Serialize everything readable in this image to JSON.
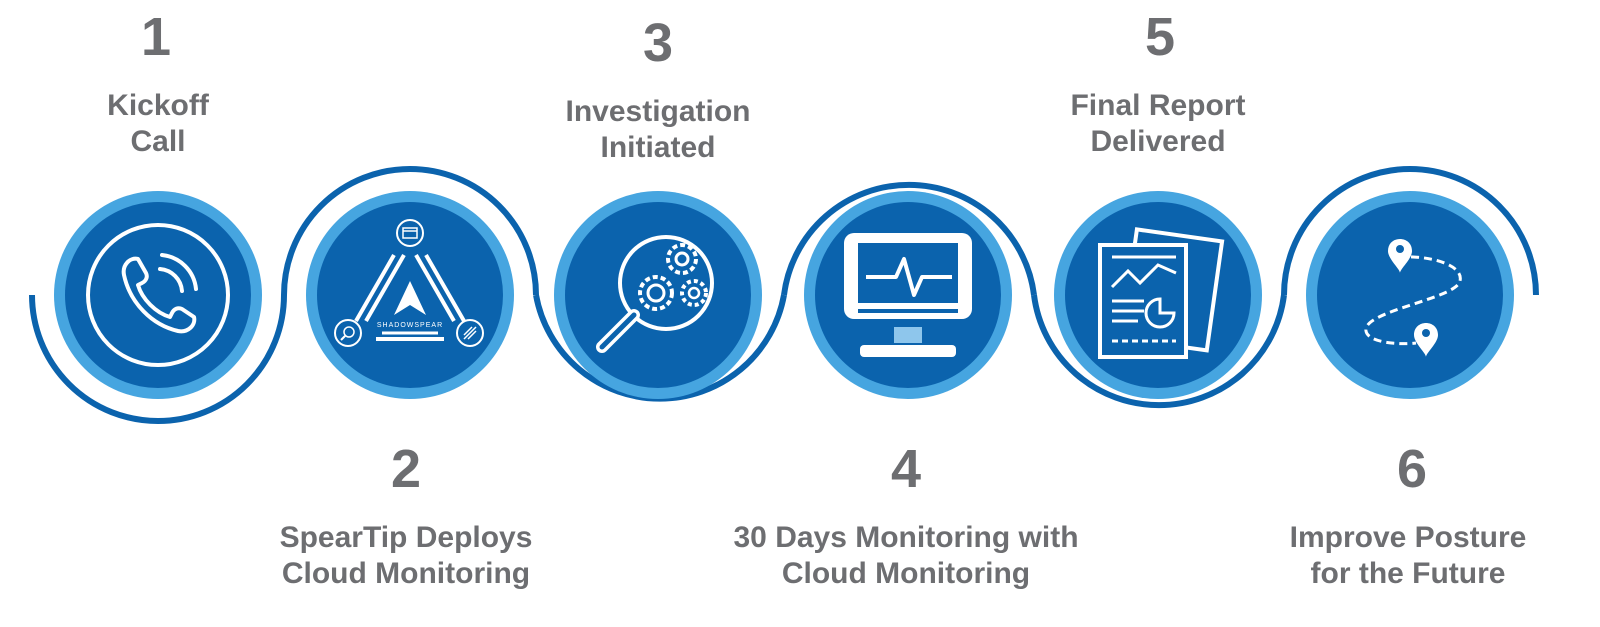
{
  "colors": {
    "outer_ring": "#46a5e0",
    "dark_blue": "#0b63ad",
    "wave": "#0b63ad",
    "text": "#6d6e71",
    "icon": "#ffffff"
  },
  "steps": [
    {
      "number": "1",
      "line1": "Kickoff",
      "line2": "Call",
      "icon": "phone-icon"
    },
    {
      "number": "2",
      "line1": "SpearTip Deploys",
      "line2": "Cloud Monitoring",
      "icon": "shadowspear-logo",
      "logo_text": "SHADOWSPEAR"
    },
    {
      "number": "3",
      "line1": "Investigation",
      "line2": "Initiated",
      "icon": "magnifier-gears-icon"
    },
    {
      "number": "4",
      "line1": "30 Days Monitoring with",
      "line2": "Cloud Monitoring",
      "icon": "monitor-heartbeat-icon"
    },
    {
      "number": "5",
      "line1": "Final Report",
      "line2": "Delivered",
      "icon": "report-document-icon"
    },
    {
      "number": "6",
      "line1": "Improve Posture",
      "line2": "for the Future",
      "icon": "route-map-icon"
    }
  ]
}
